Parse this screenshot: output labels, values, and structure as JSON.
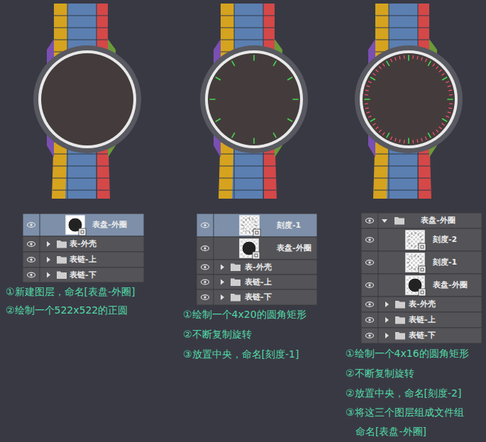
{
  "diagram": {
    "nodes": [
      {
        "text": [
          "表盘-外圈"
        ]
      },
      {
        "text": [
          "表-外壳"
        ]
      },
      {
        "text": [
          "表链-上"
        ]
      },
      {
        "text": [
          "表链-下"
        ]
      },
      {
        "text": [
          "刻度-1"
        ]
      },
      {
        "text": [
          "表盘-外圈"
        ]
      },
      {
        "text": [
          "表-外壳"
        ]
      },
      {
        "text": [
          "表链-上"
        ]
      },
      {
        "text": [
          "表链-下"
        ]
      },
      {
        "text": [
          "表盘-外圈"
        ]
      },
      {
        "text": [
          "刻度-2"
        ]
      },
      {
        "text": [
          "刻度-1"
        ]
      },
      {
        "text": [
          "表盘-外圈"
        ]
      },
      {
        "text": [
          "表-外壳"
        ]
      },
      {
        "text": [
          "表链-上"
        ]
      },
      {
        "text": [
          "表链-下"
        ]
      }
    ],
    "labels": [
      "①新建图层，命名[表盘-外圈]",
      "②绘制一个522x522的正圆",
      "①绘制一个4x20的圆角矩形",
      "②不断复制旋转",
      "③放置中央，命名[刻度-1]",
      "①绘制一个4x16的圆角矩形",
      "②不断复制旋转",
      "②放置中央，命名[刻度-2]",
      "③将这三个图层组成文件组 命名[表盘-外圈]"
    ]
  }
}
